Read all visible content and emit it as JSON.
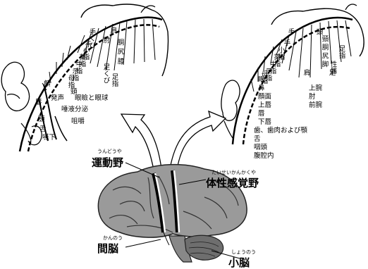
{
  "motor": {
    "vertical_labels": [
      "手くび",
      "手",
      "小指",
      "薬指",
      "中指",
      "示指",
      "母指",
      "肘",
      "肩",
      "胴",
      "尻",
      "膝",
      "足くび",
      "足指"
    ],
    "horizontal_labels": [
      "頸",
      "眼瞼と眼球",
      "顔",
      "唇",
      "発声",
      "唾液分泌",
      "咀嚼",
      "顎",
      "舌",
      "嚥下"
    ]
  },
  "sensory": {
    "vertical_labels": [
      "手",
      "小指",
      "薬指",
      "中指",
      "示指",
      "手",
      "頭",
      "頸",
      "胴",
      "尻",
      "脚",
      "足",
      "足指",
      "性器",
      "肩",
      "上腕",
      "肘",
      "前腕"
    ],
    "horizontal_labels": [
      "母指",
      "眼",
      "鼻",
      "顔面",
      "上唇",
      "唇",
      "下唇",
      "歯、歯肉および顎",
      "舌",
      "咽頭",
      "腹腔内"
    ]
  },
  "brain_labels": {
    "motor_area": {
      "ruby": "うんどうや",
      "text": "運動野"
    },
    "sensory_area": {
      "ruby": "たいせいかんかくや",
      "text": "体性感覚野"
    },
    "diencephalon": {
      "ruby": "かんのう",
      "text": "間脳"
    },
    "cerebellum": {
      "ruby": "しょうのう",
      "text": "小脳"
    }
  },
  "icons": [
    "motor-homunculus-icon",
    "sensory-homunculus-icon",
    "brain-icon",
    "arrow-icon"
  ]
}
